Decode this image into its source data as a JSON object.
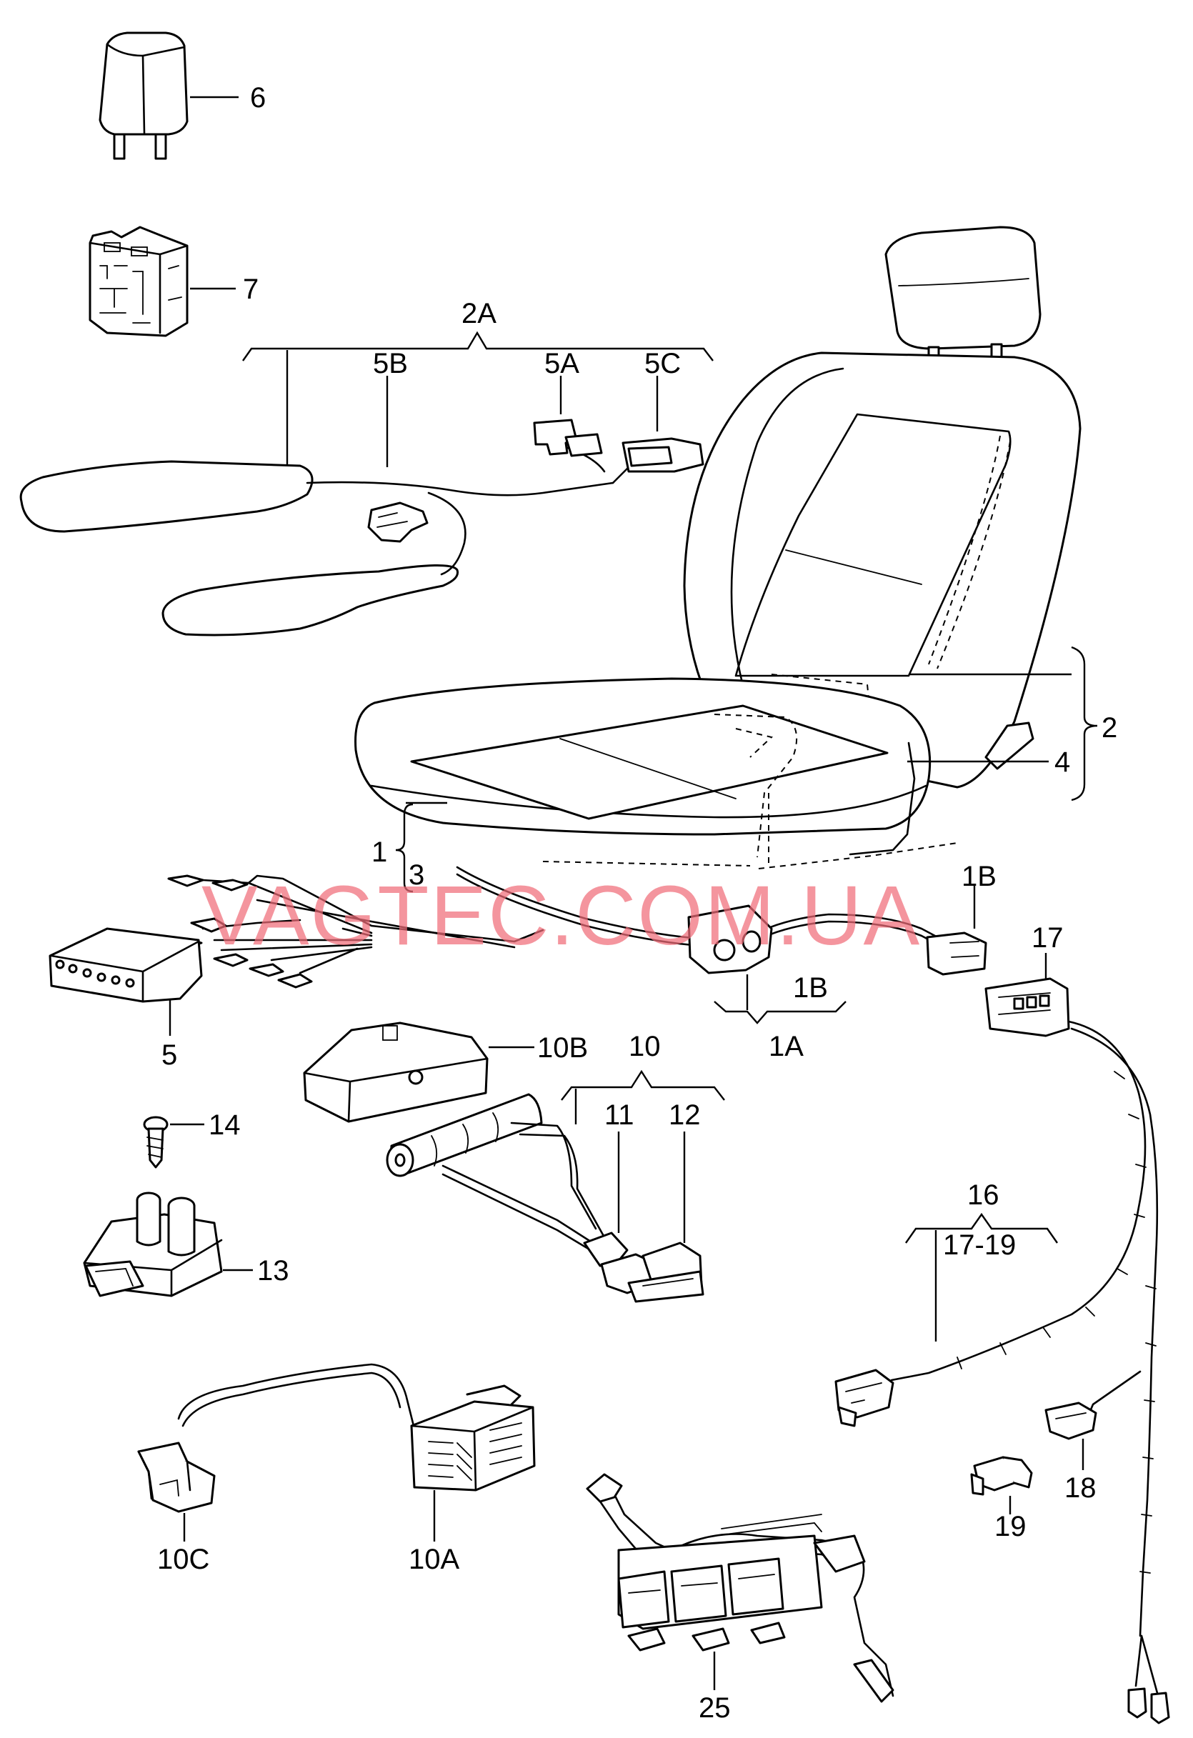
{
  "watermark": "VAGTEC.COM.UA",
  "callouts": {
    "c6": "6",
    "c7": "7",
    "c2A": "2A",
    "c5B": "5B",
    "c5A": "5A",
    "c5C": "5C",
    "c2": "2",
    "c4": "4",
    "c1": "1",
    "c3": "3",
    "c1B_top": "1B",
    "c1B": "1B",
    "c1A": "1A",
    "c17": "17",
    "c5": "5",
    "c10B": "10B",
    "c10": "10",
    "c11": "11",
    "c12": "12",
    "c14": "14",
    "c13": "13",
    "c16": "16",
    "c17_19": "17-19",
    "c18": "18",
    "c19": "19",
    "c10C": "10C",
    "c10A": "10A",
    "c25": "25"
  }
}
